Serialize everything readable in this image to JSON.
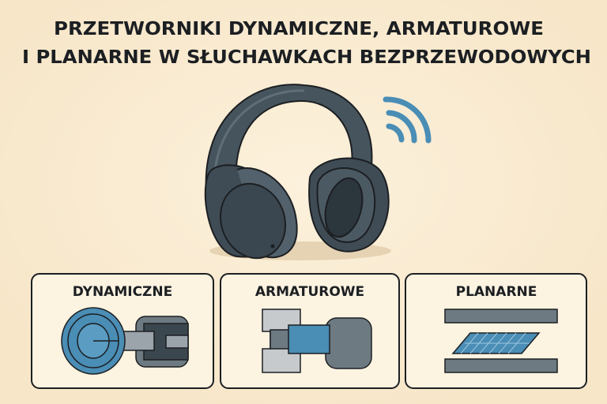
{
  "title": {
    "line1": "PRZETWORNIKI DYNAMICZNE, ARMATUROWE",
    "line2": "I PLANARNE W SŁUCHAWKACH BEZPRZEWODOWYCH"
  },
  "panels": [
    {
      "label": "DYNAMICZNE",
      "icon": "dynamic-driver-icon"
    },
    {
      "label": "ARMATUROWE",
      "icon": "balanced-armature-driver-icon"
    },
    {
      "label": "PLANARNE",
      "icon": "planar-magnetic-driver-icon"
    }
  ],
  "colors": {
    "background": "#f9ecd3",
    "panel": "#fdf3e1",
    "headphones": "#3f4c55",
    "accent_blue": "#4a8db5",
    "outline": "#1c1f22"
  }
}
